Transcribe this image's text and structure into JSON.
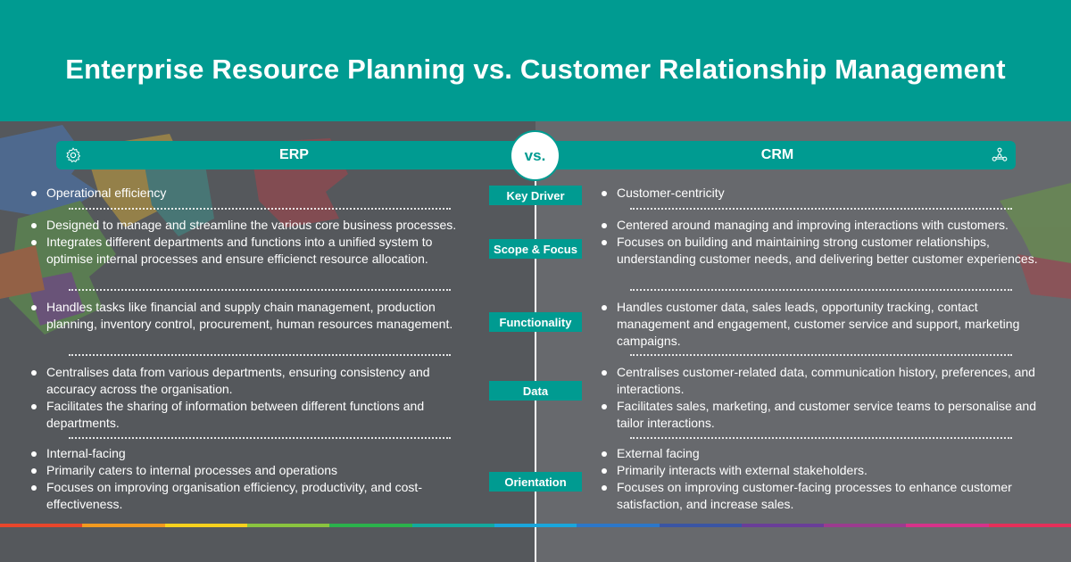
{
  "title": "Enterprise Resource Planning vs. Customer Relationship Management",
  "columns": {
    "left": "ERP",
    "right": "CRM",
    "vs": "vs."
  },
  "icons": {
    "left": "gear-icon",
    "right": "network-icon"
  },
  "colors": {
    "accent": "#009b91",
    "left_bg": "#55585c",
    "right_bg": "#67696d"
  },
  "rainbow": [
    "#e8462b",
    "#f29a1f",
    "#f7d11d",
    "#8ac43f",
    "#2bb24c",
    "#13a99f",
    "#1aa6dc",
    "#2c77c9",
    "#3a55a4",
    "#6a3e98",
    "#9b3c8f",
    "#d6338a",
    "#e5305a"
  ],
  "rows": [
    {
      "label": "Key Driver",
      "left": [
        "Operational efficiency"
      ],
      "right": [
        "Customer-centricity"
      ]
    },
    {
      "label": "Scope & Focus",
      "left": [
        "Designed to manage and streamline the various core business processes.",
        "Integrates different departments and functions into a unified system to optimise internal processes and ensure efficienct resource allocation."
      ],
      "right": [
        "Centered around managing and improving interactions with customers.",
        "Focuses on building and maintaining strong customer relationships, understanding customer needs, and delivering better customer experiences."
      ]
    },
    {
      "label": "Functionality",
      "left": [
        "Handles tasks like financial and supply chain management, production planning, inventory control, procurement, human resources management."
      ],
      "right": [
        "Handles customer data, sales leads, opportunity tracking, contact management and engagement, customer service and support, marketing campaigns."
      ]
    },
    {
      "label": "Data",
      "left": [
        "Centralises data from various departments, ensuring consistency and accuracy across the organisation.",
        "Facilitates the sharing of information between different functions and departments."
      ],
      "right": [
        "Centralises customer-related data, communication history, preferences, and interactions.",
        "Facilitates sales, marketing, and customer service teams to personalise and tailor interactions."
      ]
    },
    {
      "label": "Orientation",
      "left": [
        "Internal-facing",
        "Primarily caters to internal processes and operations",
        "Focuses on improving organisation efficiency, productivity, and cost-effectiveness."
      ],
      "right": [
        "External facing",
        "Primarily interacts with external stakeholders.",
        "Focuses on improving customer-facing processes to enhance customer satisfaction, and increase sales."
      ]
    }
  ]
}
